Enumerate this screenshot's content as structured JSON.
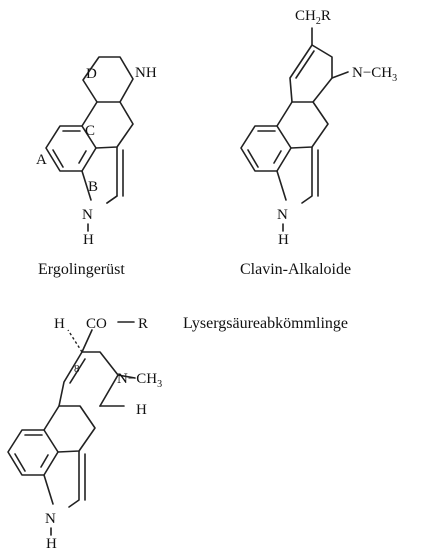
{
  "structures": {
    "ergoline": {
      "caption": "Ergolingerüst",
      "rings": {
        "a": "A",
        "b": "B",
        "c": "C",
        "d": "D"
      },
      "nh_top": "NH",
      "nh_bottom_n": "N",
      "nh_bottom_h": "H"
    },
    "clavine": {
      "caption": "Clavin-Alkaloide",
      "substituent_main": "CH",
      "substituent_sub": "2",
      "substituent_end": "R",
      "n_methyl": "N",
      "methyl_dash": "−CH",
      "methyl_sub": "3",
      "nh_n": "N",
      "nh_h": "H"
    },
    "lysergic": {
      "caption": "Lysergsäureabkömmlinge",
      "h_stereo": "H",
      "position": "8",
      "co_group": "CO",
      "co_r": "R",
      "n_methyl": "N",
      "methyl_dash": "−CH",
      "methyl_sub": "3",
      "h_ring": "H",
      "nh_n": "N",
      "nh_h": "H"
    }
  }
}
